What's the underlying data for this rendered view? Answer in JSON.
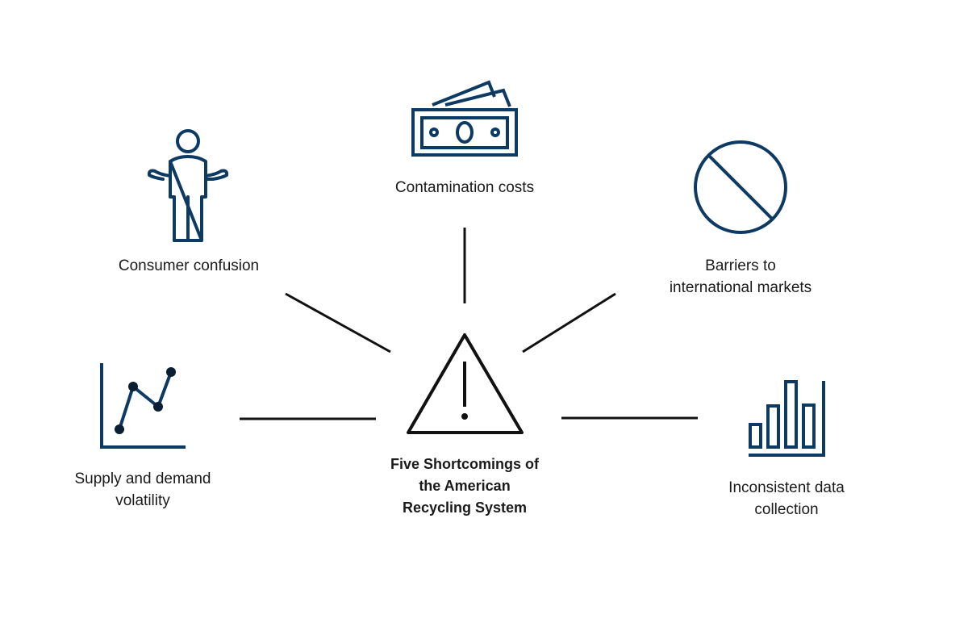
{
  "center": {
    "title_lines": [
      "Five Shortcomings of",
      "the American",
      "Recycling System"
    ],
    "icon": "warning-triangle-icon"
  },
  "items": [
    {
      "id": "consumer-confusion",
      "lines": [
        "Consumer confusion"
      ],
      "icon": "person-shrug-icon"
    },
    {
      "id": "contamination-costs",
      "lines": [
        "Contamination costs"
      ],
      "icon": "money-bills-icon"
    },
    {
      "id": "barriers-international",
      "lines": [
        "Barriers to",
        "international markets"
      ],
      "icon": "prohibited-icon"
    },
    {
      "id": "supply-demand",
      "lines": [
        "Supply and demand",
        "volatility"
      ],
      "icon": "line-chart-icon"
    },
    {
      "id": "inconsistent-data",
      "lines": [
        "Inconsistent data",
        "collection"
      ],
      "icon": "bar-chart-icon"
    }
  ],
  "colors": {
    "icon": "#0d3a63",
    "connector": "#111111",
    "text": "#1a1a1a"
  }
}
